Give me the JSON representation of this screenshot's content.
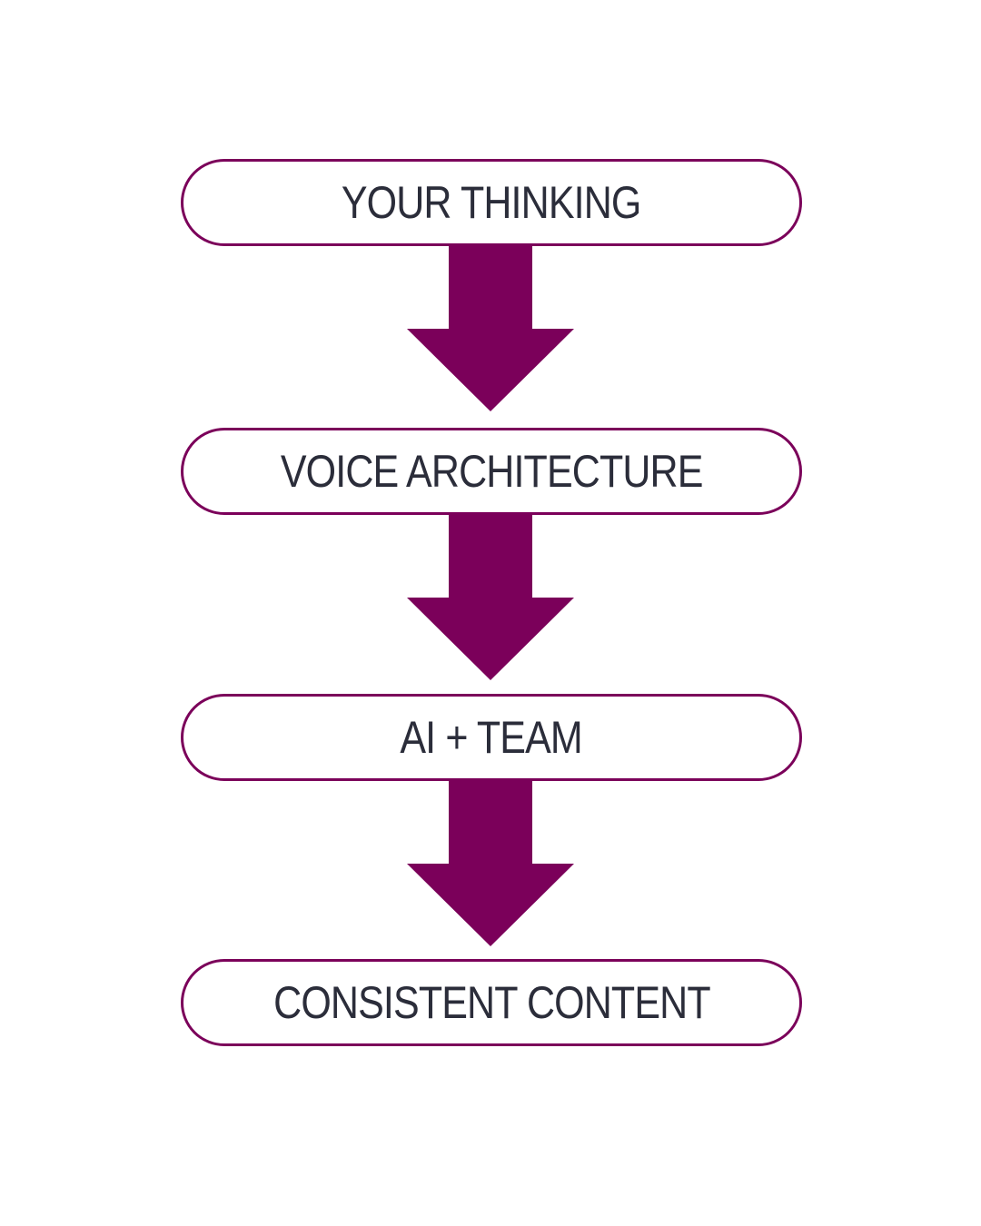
{
  "diagram": {
    "type": "vertical-flowchart",
    "accent_color": "#7b005a",
    "text_color": "#2b2d3a",
    "steps": [
      {
        "label": "YOUR THINKING"
      },
      {
        "label": "VOICE ARCHITECTURE"
      },
      {
        "label": "AI + TEAM"
      },
      {
        "label": "CONSISTENT CONTENT"
      }
    ],
    "connectors": [
      {
        "from": 0,
        "to": 1,
        "icon": "down-arrow-icon"
      },
      {
        "from": 1,
        "to": 2,
        "icon": "down-arrow-icon"
      },
      {
        "from": 2,
        "to": 3,
        "icon": "down-arrow-icon"
      }
    ]
  }
}
